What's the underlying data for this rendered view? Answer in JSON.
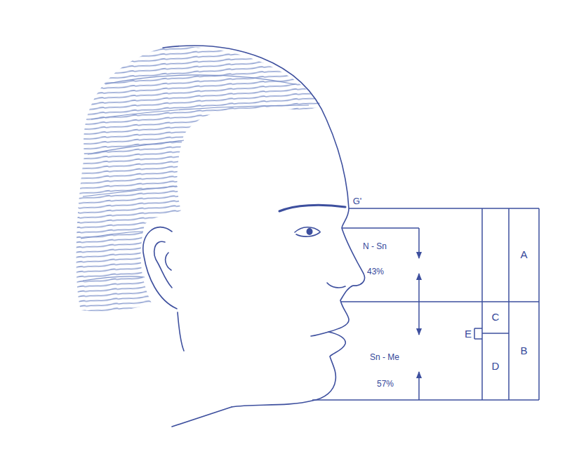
{
  "diagram": {
    "nodes": [
      {
        "text": [
          "A"
        ]
      },
      {
        "text": [
          "B"
        ]
      },
      {
        "text": [
          "C"
        ]
      },
      {
        "text": [
          "D"
        ]
      }
    ],
    "labels": [
      "G'",
      "N - Sn",
      "43%",
      "Sn - Me",
      "57%",
      "E"
    ]
  }
}
